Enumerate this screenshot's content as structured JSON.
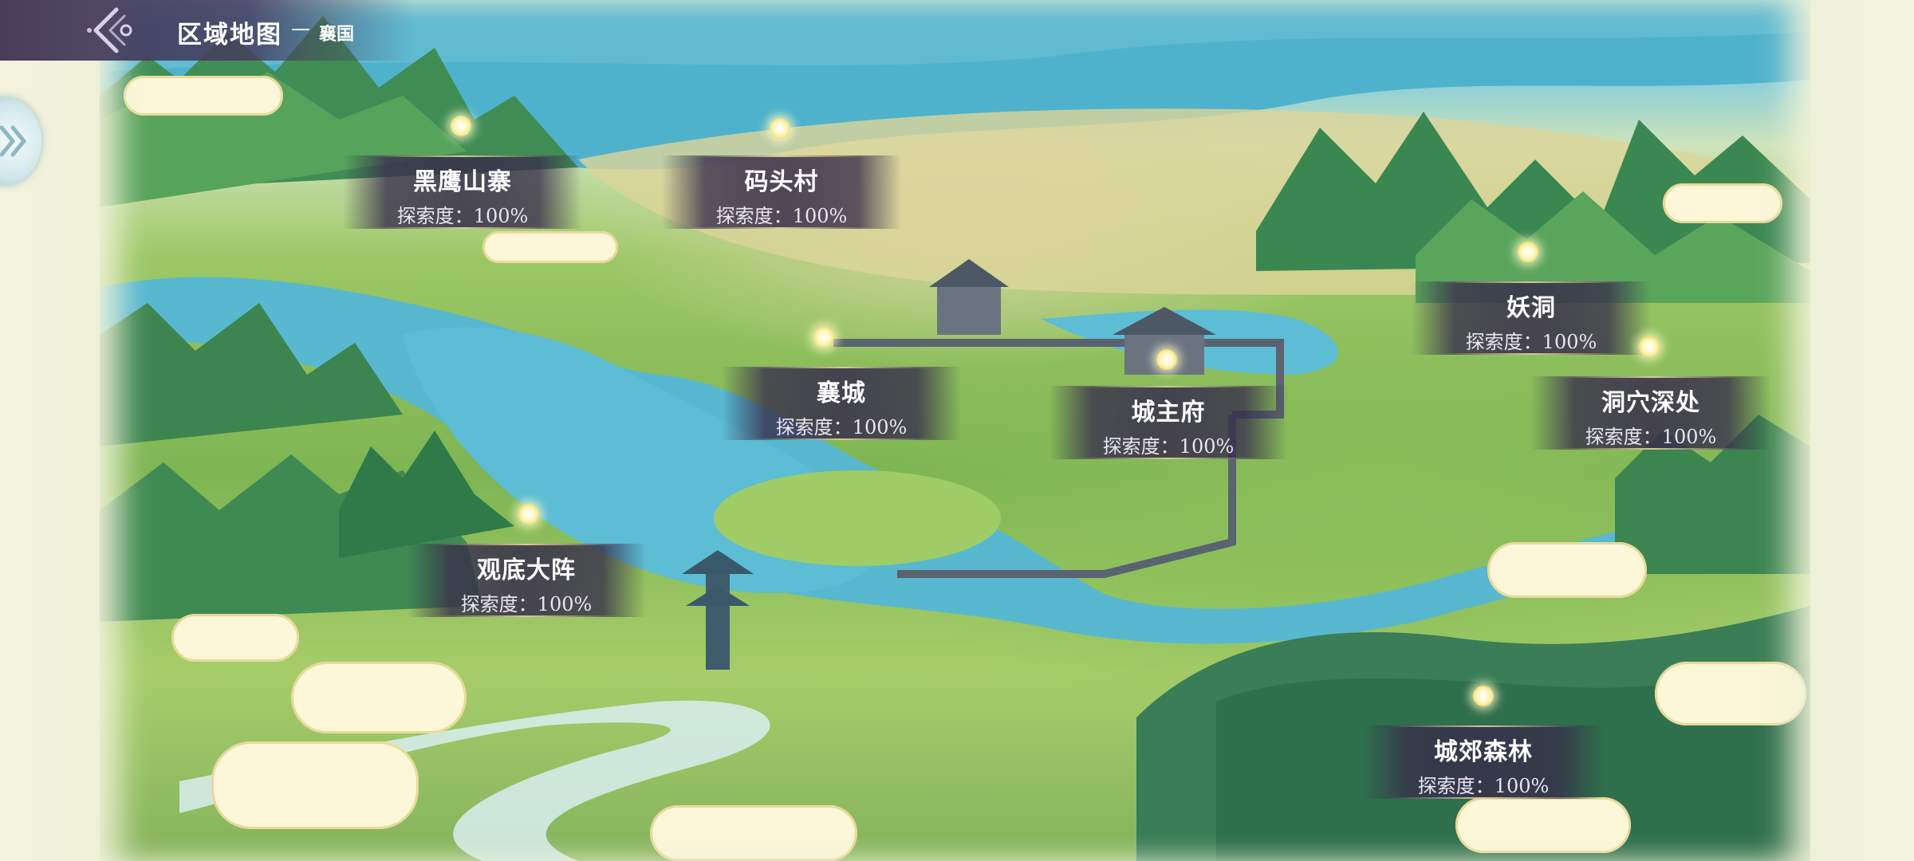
{
  "header": {
    "title": "区域地图",
    "separator": "—",
    "subtitle": "襄国"
  },
  "colors": {
    "plate": "#372d4b",
    "dot": "#fff9c8",
    "water": "#57b8d0",
    "grass": "#8bbf5a"
  },
  "locations": [
    {
      "name": "黑鹰山寨",
      "progress": "探索度：100%"
    },
    {
      "name": "码头村",
      "progress": "探索度：100%"
    },
    {
      "name": "妖洞",
      "progress": "探索度：100%"
    },
    {
      "name": "襄城",
      "progress": "探索度：100%"
    },
    {
      "name": "城主府",
      "progress": "探索度：100%"
    },
    {
      "name": "洞穴深处",
      "progress": "探索度：100%"
    },
    {
      "name": "观底大阵",
      "progress": "探索度：100%"
    },
    {
      "name": "城郊森林",
      "progress": "探索度：100%"
    }
  ]
}
